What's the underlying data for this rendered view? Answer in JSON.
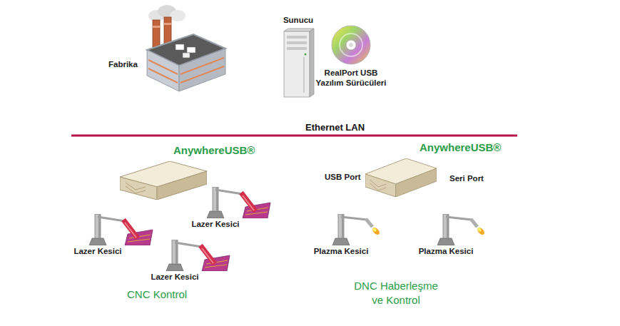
{
  "diagram": {
    "nodes": [
      {
        "text": [
          "Fabrika"
        ]
      },
      {
        "text": [
          "Sunucu"
        ]
      },
      {
        "text": [
          "RealPort USB Yazılım Sürücüleri"
        ]
      },
      {
        "text": [
          "AnywhereUSB®"
        ]
      },
      {
        "text": [
          "AnywhereUSB®"
        ]
      },
      {
        "text": [
          "Lazer Kesici"
        ]
      },
      {
        "text": [
          "Lazer Kesici"
        ]
      },
      {
        "text": [
          "Lazer Kesici"
        ]
      },
      {
        "text": [
          "Plazma Kesici"
        ]
      },
      {
        "text": [
          "Plazma Kesici"
        ]
      }
    ],
    "edges": [
      {
        "from": 2,
        "to": 1,
        "arrow": "to"
      },
      {
        "from": 1,
        "to": 0,
        "arrow": "none"
      },
      {
        "from": 1,
        "to": 3,
        "arrow": "none"
      },
      {
        "from": 1,
        "to": 4,
        "arrow": "none"
      },
      {
        "from": 3,
        "to": 5,
        "arrow": "none"
      },
      {
        "from": 3,
        "to": 6,
        "arrow": "none"
      },
      {
        "from": 3,
        "to": 7,
        "arrow": "none"
      },
      {
        "from": 4,
        "to": 8,
        "label": "USB Port",
        "arrow": "none"
      },
      {
        "from": 4,
        "to": 9,
        "label": "Seri Port",
        "arrow": "none"
      }
    ],
    "labels": [
      "Ethernet LAN",
      "CNC Kontrol",
      "DNC Haberleşme ve Kontrol"
    ]
  }
}
